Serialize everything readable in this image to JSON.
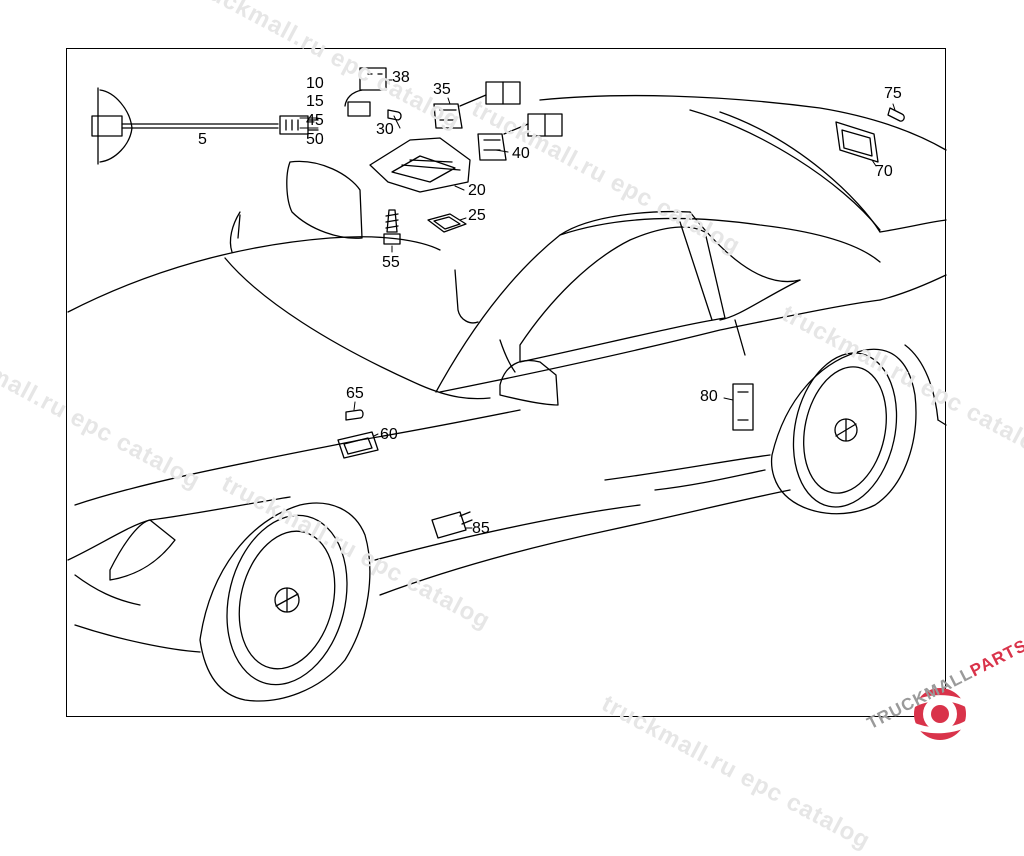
{
  "parts": [
    {
      "id": "p10",
      "label": "10"
    },
    {
      "id": "p15",
      "label": "15"
    },
    {
      "id": "p45",
      "label": "45"
    },
    {
      "id": "p50",
      "label": "50"
    },
    {
      "id": "p5",
      "label": "5"
    },
    {
      "id": "p38",
      "label": "38"
    },
    {
      "id": "p30",
      "label": "30"
    },
    {
      "id": "p35",
      "label": "35"
    },
    {
      "id": "p40",
      "label": "40"
    },
    {
      "id": "p20",
      "label": "20"
    },
    {
      "id": "p25",
      "label": "25"
    },
    {
      "id": "p55",
      "label": "55"
    },
    {
      "id": "p75",
      "label": "75"
    },
    {
      "id": "p70",
      "label": "70"
    },
    {
      "id": "p65",
      "label": "65"
    },
    {
      "id": "p60",
      "label": "60"
    },
    {
      "id": "p80",
      "label": "80"
    },
    {
      "id": "p85",
      "label": "85"
    }
  ],
  "watermarks": [
    "truckmall.ru epc catalog"
  ],
  "brand": {
    "name_main": "TRUCKMALL",
    "name_accent": "PARTS",
    "accent_color": "#d9334a"
  },
  "colors": {
    "line": "#000000",
    "watermark": "#e6e6e6"
  }
}
